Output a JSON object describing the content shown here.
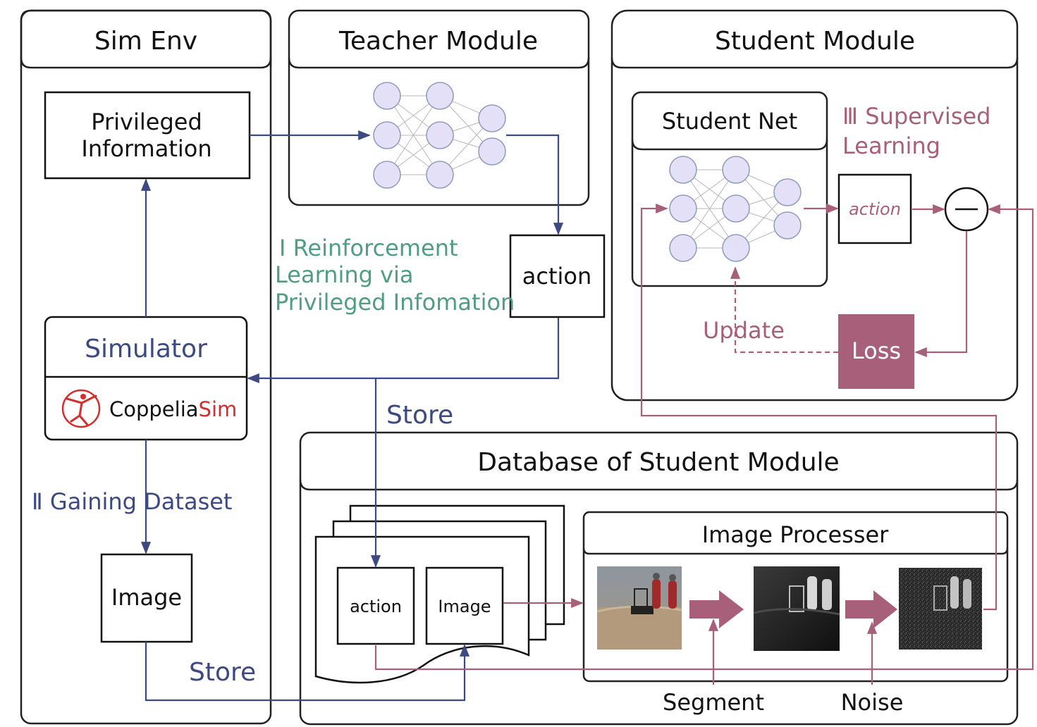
{
  "colors": {
    "blue": "#3d4a82",
    "green": "#4f9e82",
    "pink": "#a8607a",
    "node_fill": "#e4e0f8",
    "node_stroke": "#8f9bb8",
    "frame": "#222222"
  },
  "icons": {
    "sim_logo": "dancer-icon",
    "arrow": "block-arrow-icon",
    "minus": "minus-icon"
  },
  "sim_env": {
    "title": "Sim Env",
    "privileged": [
      "Privileged",
      "Information"
    ],
    "simulator": "Simulator",
    "coppelia": "Coppelia",
    "coppelia_sim": "Sim",
    "image": "Image"
  },
  "teacher": {
    "title": "Teacher Module",
    "action": "action"
  },
  "student": {
    "title": "Student Module",
    "net_title": "Student Net",
    "supervised": [
      "Ⅲ Supervised",
      "Learning"
    ],
    "action": "action",
    "loss": "Loss",
    "update": "Update"
  },
  "labels": {
    "rl": [
      "Ⅰ  Reinforcement",
      "Learning via",
      "Privileged Infomation"
    ],
    "gaining": "Ⅱ Gaining Dataset",
    "store_top": "Store",
    "store_bottom": "Store"
  },
  "database": {
    "title": "Database of Student Module",
    "action": "action",
    "image": "Image",
    "processor_title": "Image Processer",
    "segment": "Segment",
    "noise": "Noise"
  }
}
